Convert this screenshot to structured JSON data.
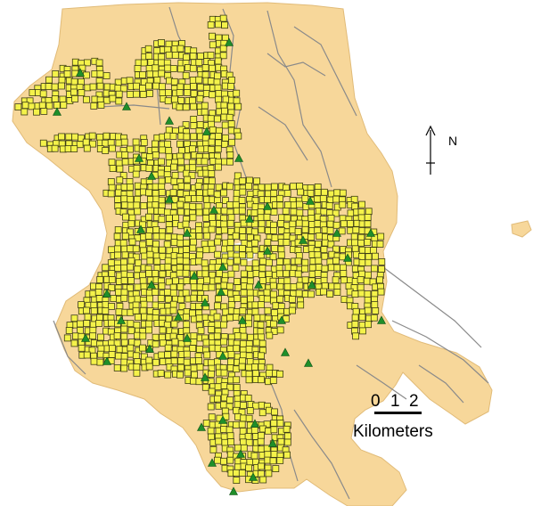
{
  "map": {
    "colors": {
      "land": "#f7d79a",
      "land_edge": "#e1bb78",
      "background": "#ffffff",
      "road": "#8a8a8a",
      "node_fill": "#f4f24a",
      "node_stroke": "#3c3c16",
      "station_fill": "#1f8f2a"
    },
    "north_arrow": {
      "label": "N"
    },
    "scale_bar": {
      "ticks": [
        "0",
        "1",
        "2"
      ],
      "unit": "Kilometers"
    },
    "layers": {
      "nodes_icon": "yellow-square-marker",
      "stations_icon": "green-triangle-marker",
      "roads_icon": "gray-line"
    }
  }
}
